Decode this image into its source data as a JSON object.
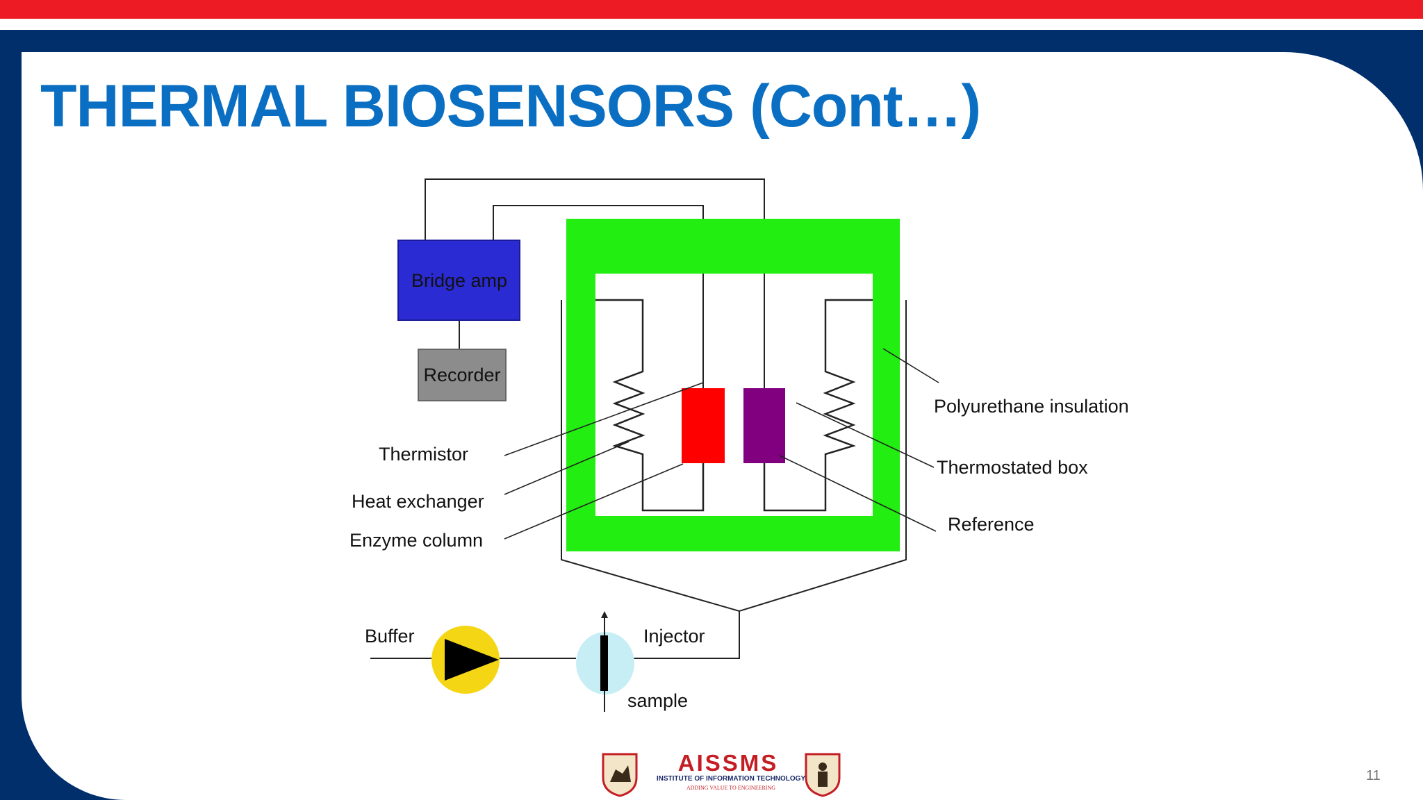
{
  "slide": {
    "title": "THERMAL BIOSENSORS (Cont…)",
    "page_number": "11"
  },
  "diagram": {
    "blocks": {
      "bridge_amp": "Bridge amp",
      "recorder": "Recorder"
    },
    "labels": {
      "polyurethane_insulation": "Polyurethane insulation",
      "thermostated_box": "Thermostated box",
      "reference": "Reference",
      "thermistor": "Thermistor",
      "heat_exchanger": "Heat exchanger",
      "enzyme_column": "Enzyme column",
      "buffer": "Buffer",
      "injector": "Injector",
      "sample": "sample"
    },
    "colors": {
      "bridge_amp": "#2b2bd4",
      "recorder": "#8c8c8c",
      "insulation": "#22ee11",
      "enzyme_column": "#ff0000",
      "reference": "#800080",
      "pump": "#f5d614",
      "injector": "#c8eef5"
    }
  },
  "logo": {
    "name": "AISSMS",
    "subtitle": "INSTITUTE OF INFORMATION TECHNOLOGY",
    "tagline": "ADDING VALUE TO ENGINEERING"
  }
}
